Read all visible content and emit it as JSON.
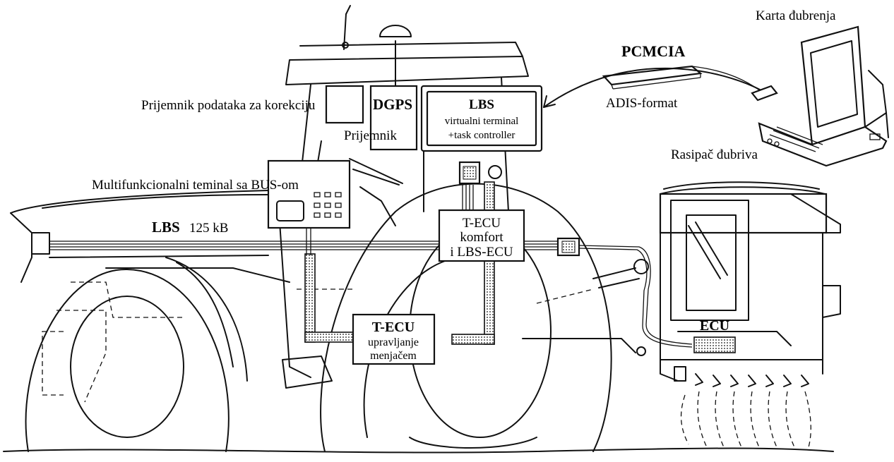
{
  "labels": {
    "karta": "Karta đubrenja",
    "pcmcia": "PCMCIA",
    "adis": "ADIS-format",
    "rasipac": "Rasipač đubriva",
    "prijemnik_korekcija": "Prijemnik podataka za korekciju",
    "dgps": "DGPS",
    "prijemnik": "Prijemnik",
    "multifunkcionalni": "Multifunkcionalni teminal sa BUS-om",
    "lbs_bus": "LBS",
    "bus_speed": "125 kB",
    "ecu": "ECU"
  },
  "lbs_box": {
    "title": "LBS",
    "line1": "virtualni terminal",
    "line2": "+task controller"
  },
  "tecu_komfort": {
    "line1": "T-ECU",
    "line2": "komfort",
    "line3": "i LBS-ECU"
  },
  "tecu_menjac": {
    "line1": "T-ECU",
    "line2": "upravljanje",
    "line3": "menjačem"
  },
  "colors": {
    "ink": "#111111",
    "paper": "#ffffff"
  }
}
